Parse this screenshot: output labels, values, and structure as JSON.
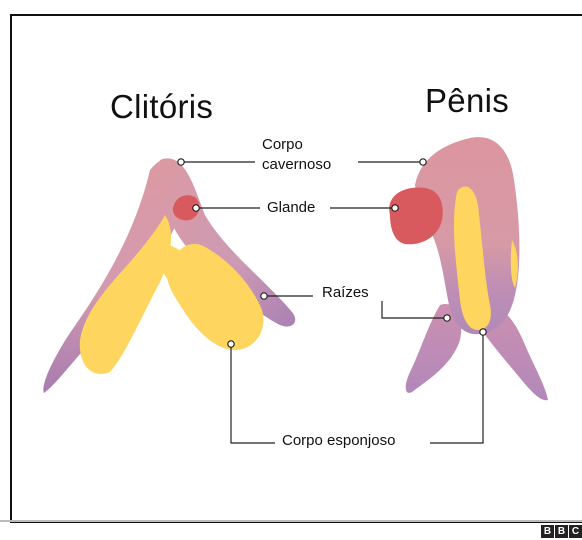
{
  "titles": {
    "left": "Clitóris",
    "right": "Pênis"
  },
  "labels": {
    "corpo_cavernoso_line1": "Corpo",
    "corpo_cavernoso_line2": "cavernoso",
    "glande": "Glande",
    "raizes": "Raízes",
    "corpo_esponjoso": "Corpo esponjoso"
  },
  "logo": {
    "letters": [
      "B",
      "B",
      "C"
    ]
  },
  "colors": {
    "cavernous": "#dc9aa2",
    "glans": "#d95a5e",
    "spongy": "#fdd55f",
    "roots": "#b286b8"
  }
}
